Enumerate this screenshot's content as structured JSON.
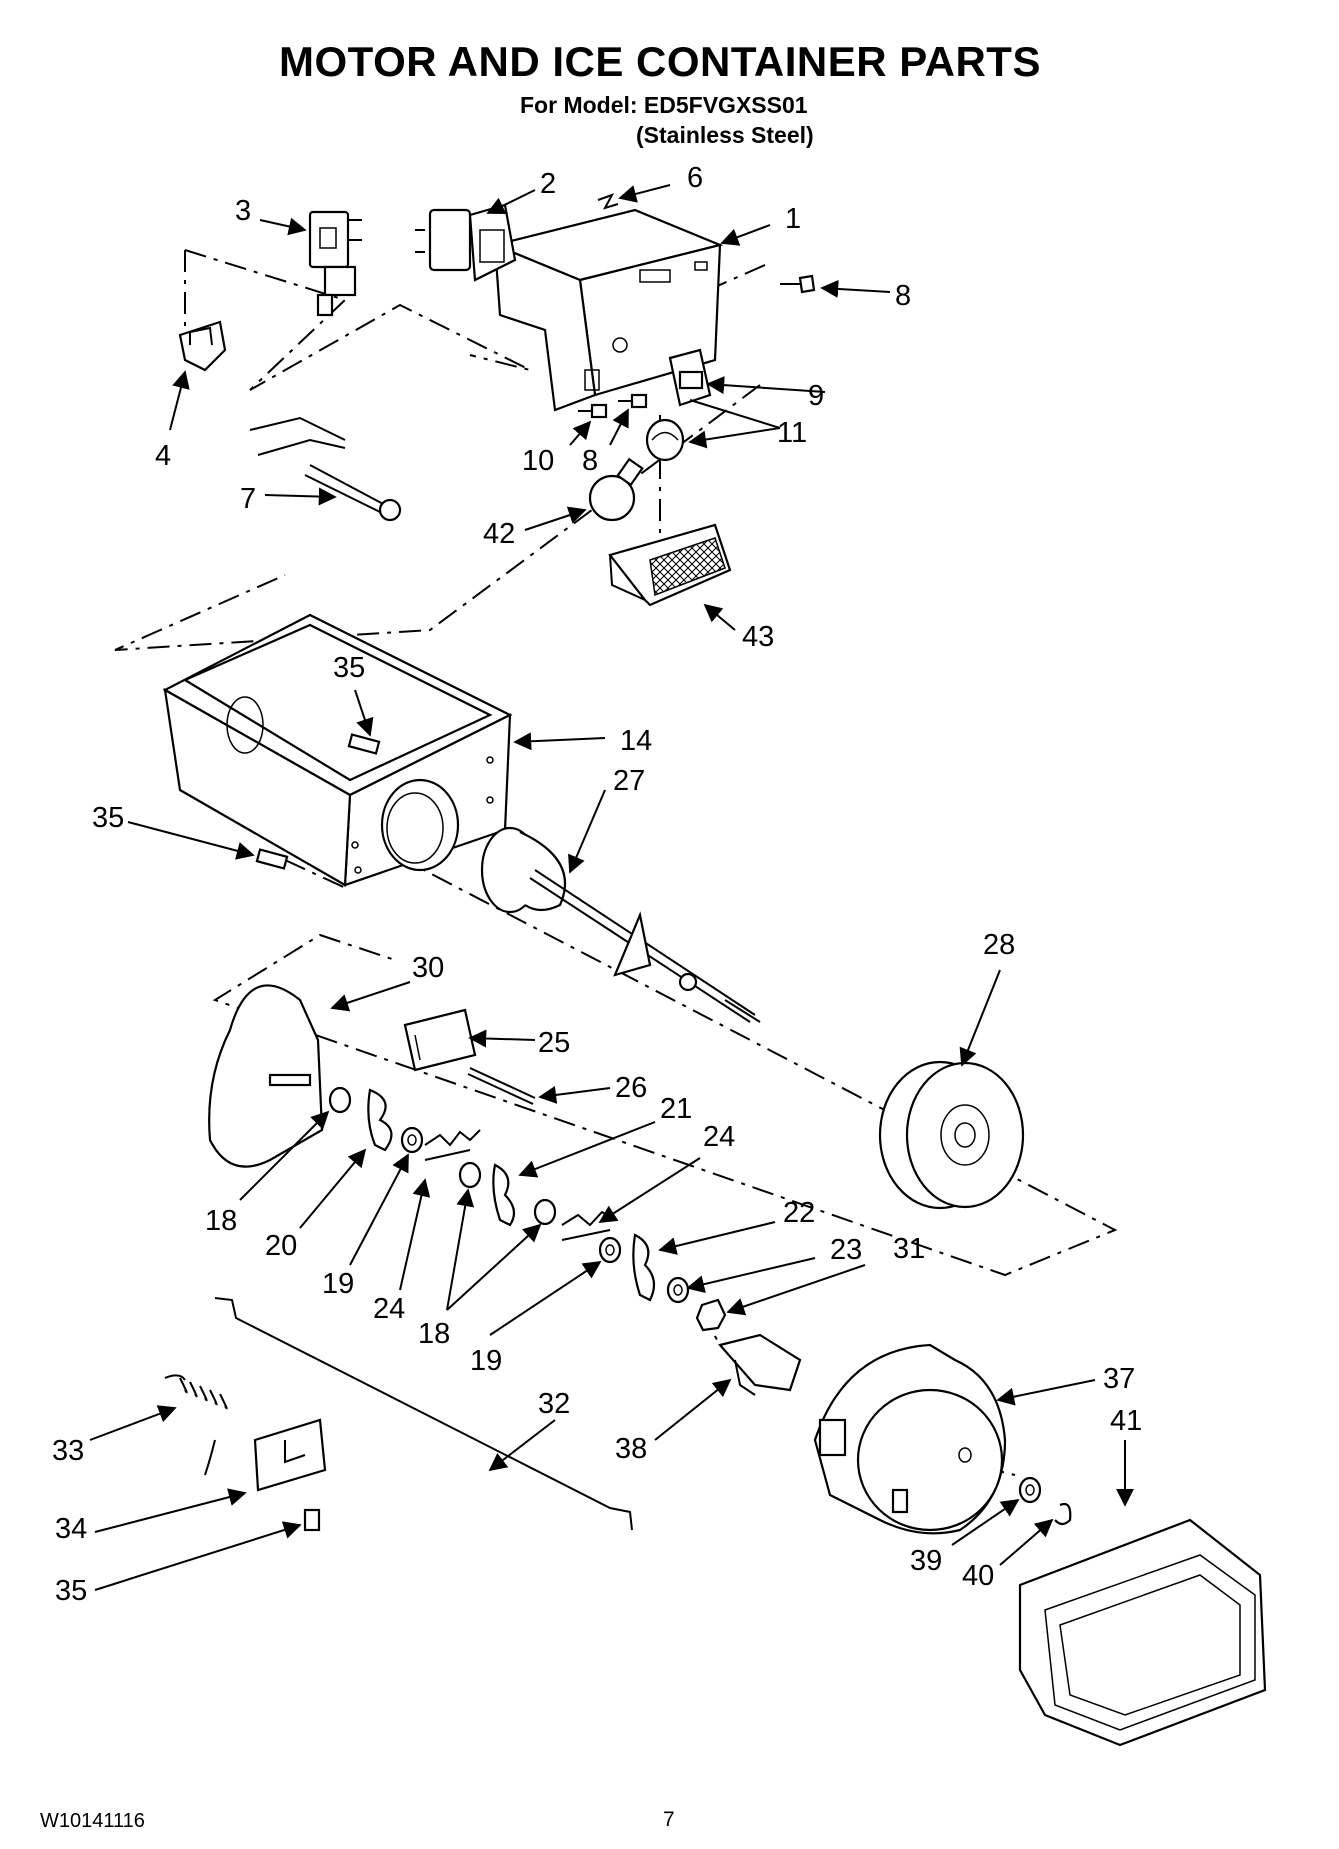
{
  "header": {
    "title": "MOTOR AND ICE CONTAINER PARTS",
    "model_line": "For Model: ED5FVGXSS01",
    "finish_line": "(Stainless Steel)"
  },
  "footer": {
    "doc_code": "W10141116",
    "page_number": "7"
  },
  "callouts": [
    {
      "id": "c1",
      "label": "1"
    },
    {
      "id": "c2",
      "label": "2"
    },
    {
      "id": "c3",
      "label": "3"
    },
    {
      "id": "c4",
      "label": "4"
    },
    {
      "id": "c6",
      "label": "6"
    },
    {
      "id": "c7",
      "label": "7"
    },
    {
      "id": "c8a",
      "label": "8"
    },
    {
      "id": "c8b",
      "label": "8"
    },
    {
      "id": "c9",
      "label": "9"
    },
    {
      "id": "c10",
      "label": "10"
    },
    {
      "id": "c11",
      "label": "11"
    },
    {
      "id": "c42",
      "label": "42"
    },
    {
      "id": "c43",
      "label": "43"
    },
    {
      "id": "c35a",
      "label": "35"
    },
    {
      "id": "c14",
      "label": "14"
    },
    {
      "id": "c27",
      "label": "27"
    },
    {
      "id": "c35b",
      "label": "35"
    },
    {
      "id": "c28",
      "label": "28"
    },
    {
      "id": "c30",
      "label": "30"
    },
    {
      "id": "c25",
      "label": "25"
    },
    {
      "id": "c26",
      "label": "26"
    },
    {
      "id": "c21",
      "label": "21"
    },
    {
      "id": "c24a",
      "label": "24"
    },
    {
      "id": "c22",
      "label": "22"
    },
    {
      "id": "c23",
      "label": "23"
    },
    {
      "id": "c31",
      "label": "31"
    },
    {
      "id": "c18a",
      "label": "18"
    },
    {
      "id": "c20",
      "label": "20"
    },
    {
      "id": "c19a",
      "label": "19"
    },
    {
      "id": "c24b",
      "label": "24"
    },
    {
      "id": "c18b",
      "label": "18"
    },
    {
      "id": "c19b",
      "label": "19"
    },
    {
      "id": "c32",
      "label": "32"
    },
    {
      "id": "c37",
      "label": "37"
    },
    {
      "id": "c41",
      "label": "41"
    },
    {
      "id": "c33",
      "label": "33"
    },
    {
      "id": "c38",
      "label": "38"
    },
    {
      "id": "c34",
      "label": "34"
    },
    {
      "id": "c35c",
      "label": "35"
    },
    {
      "id": "c39",
      "label": "39"
    },
    {
      "id": "c40",
      "label": "40"
    }
  ]
}
